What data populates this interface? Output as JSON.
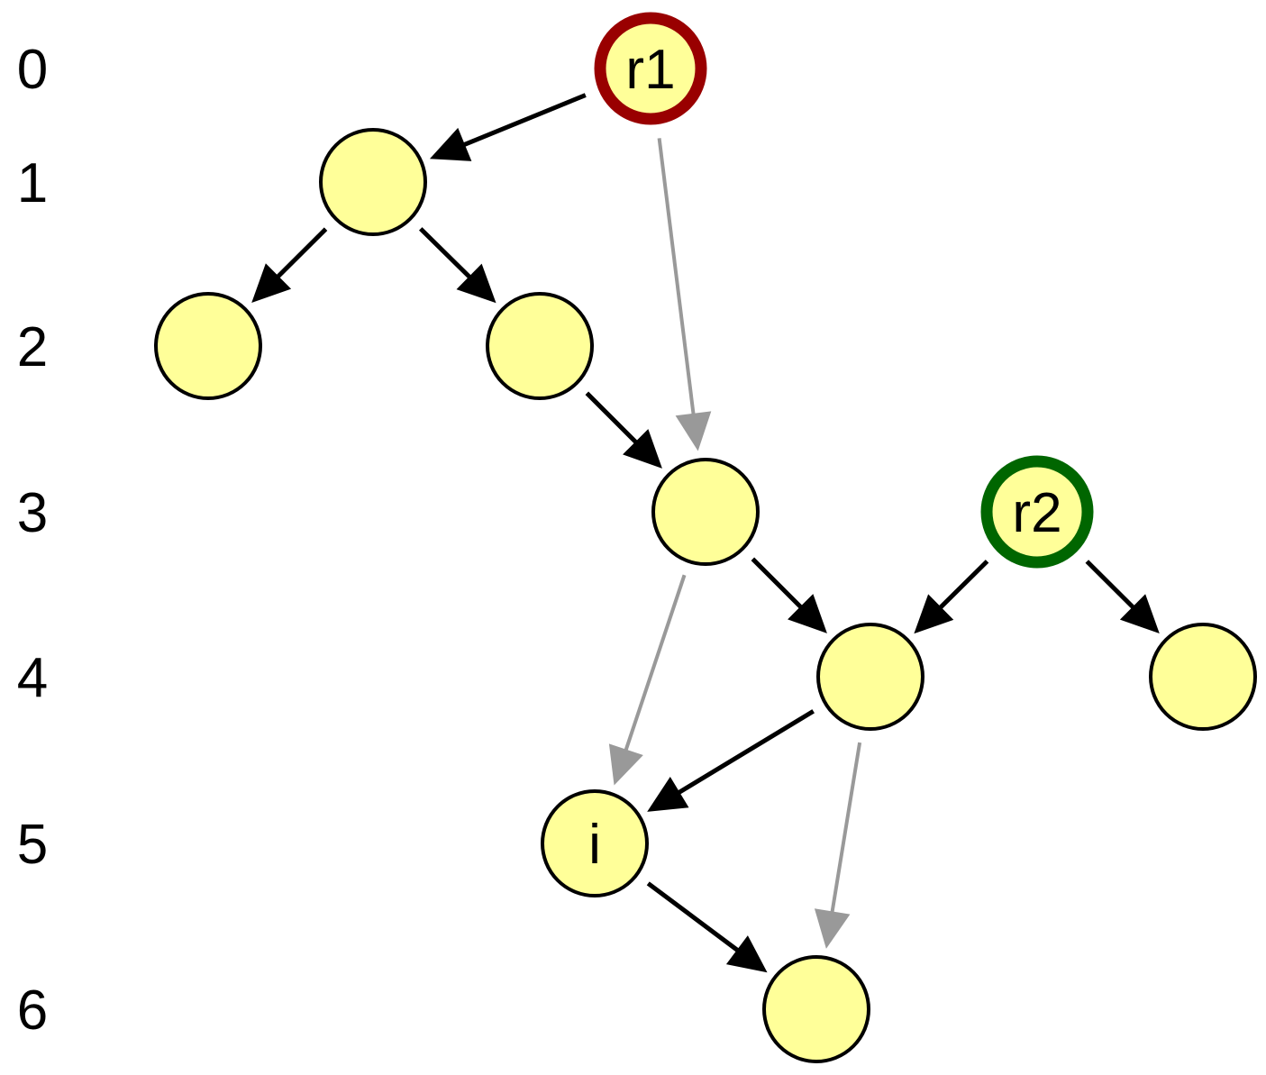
{
  "levels": [
    "0",
    "1",
    "2",
    "3",
    "4",
    "5",
    "6"
  ],
  "colors": {
    "node_fill": "#ffff99",
    "node_stroke": "#000000",
    "root1_ring": "#990000",
    "root2_ring": "#006600",
    "edge_primary": "#000000",
    "edge_secondary": "#999999"
  },
  "nodes": [
    {
      "id": "r1",
      "label": "r1",
      "level": 0,
      "ring": "root1"
    },
    {
      "id": "a",
      "label": "",
      "level": 1
    },
    {
      "id": "b",
      "label": "",
      "level": 2
    },
    {
      "id": "c",
      "label": "",
      "level": 2
    },
    {
      "id": "d",
      "label": "",
      "level": 3
    },
    {
      "id": "r2",
      "label": "r2",
      "level": 3,
      "ring": "root2"
    },
    {
      "id": "e",
      "label": "",
      "level": 4
    },
    {
      "id": "f",
      "label": "",
      "level": 4
    },
    {
      "id": "i",
      "label": "i",
      "level": 5
    },
    {
      "id": "g",
      "label": "",
      "level": 6
    }
  ],
  "edges": [
    {
      "from": "r1",
      "to": "a",
      "kind": "primary"
    },
    {
      "from": "r1",
      "to": "d",
      "kind": "secondary"
    },
    {
      "from": "a",
      "to": "b",
      "kind": "primary"
    },
    {
      "from": "a",
      "to": "c",
      "kind": "primary"
    },
    {
      "from": "c",
      "to": "d",
      "kind": "primary"
    },
    {
      "from": "d",
      "to": "e",
      "kind": "primary"
    },
    {
      "from": "d",
      "to": "i",
      "kind": "secondary"
    },
    {
      "from": "r2",
      "to": "e",
      "kind": "primary"
    },
    {
      "from": "r2",
      "to": "f",
      "kind": "primary"
    },
    {
      "from": "e",
      "to": "i",
      "kind": "primary"
    },
    {
      "from": "e",
      "to": "g",
      "kind": "secondary"
    },
    {
      "from": "i",
      "to": "g",
      "kind": "primary"
    }
  ]
}
